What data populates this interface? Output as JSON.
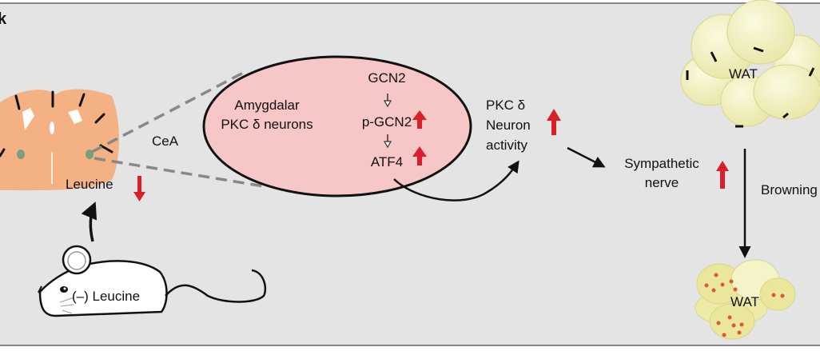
{
  "panel": {
    "label": "k",
    "background": "#e4e4e4"
  },
  "brain": {
    "region_label": "CeA",
    "metabolite_label": "Leucine",
    "metabolite_change": "down"
  },
  "mouse": {
    "label": "(–) Leucine"
  },
  "neuron_ellipse": {
    "title_line1": "Amygdalar",
    "title_line2": "PKC δ neurons",
    "pathway": [
      {
        "label": "GCN2",
        "change": "none"
      },
      {
        "label": "p-GCN2",
        "change": "up"
      },
      {
        "label": "ATF4",
        "change": "up"
      }
    ],
    "fill": "#f7c6c6"
  },
  "activity": {
    "line1": "PKC δ",
    "line2": "Neuron",
    "line3": "activity",
    "change": "up"
  },
  "nerve": {
    "line1": "Sympathetic",
    "line2": "nerve",
    "change": "up"
  },
  "adipose": {
    "top_label": "WAT",
    "bottom_label": "WAT",
    "process_label": "Browning"
  },
  "colors": {
    "up_arrow": "#d9202a",
    "brain_fill": "#f4b183",
    "cea_dot": "#7a9e7e",
    "fat_fill": "#f3f1c0",
    "droplet": "#e2572b"
  }
}
